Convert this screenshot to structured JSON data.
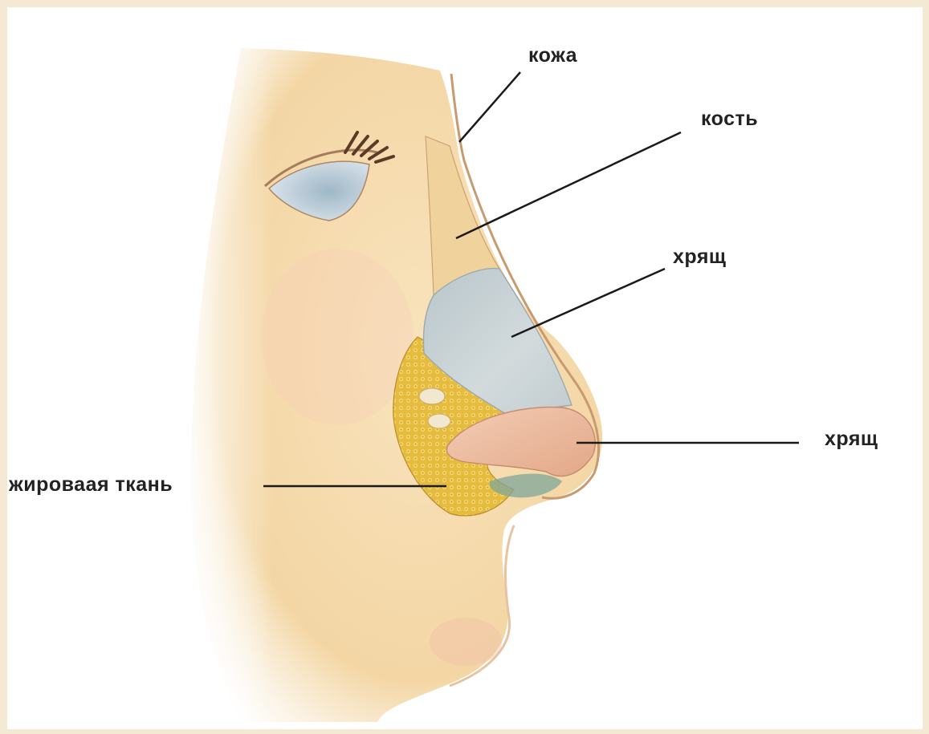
{
  "labels": {
    "skin": "кожа",
    "bone": "кость",
    "cartilage_upper": "хрящ",
    "cartilage_lower": "хрящ",
    "fat_tissue": "жироваая ткань"
  },
  "colors": {
    "frame": "#f4ead4",
    "background": "#ffffff",
    "skin": "#f5ddb0",
    "bone": "#f2d9a4",
    "cartilage_upper": "#c9d3d6",
    "cartilage_lower": "#e8b99c",
    "fat": "#e2b63a",
    "leader_line": "#1a1a1a",
    "label_text": "#222222"
  }
}
